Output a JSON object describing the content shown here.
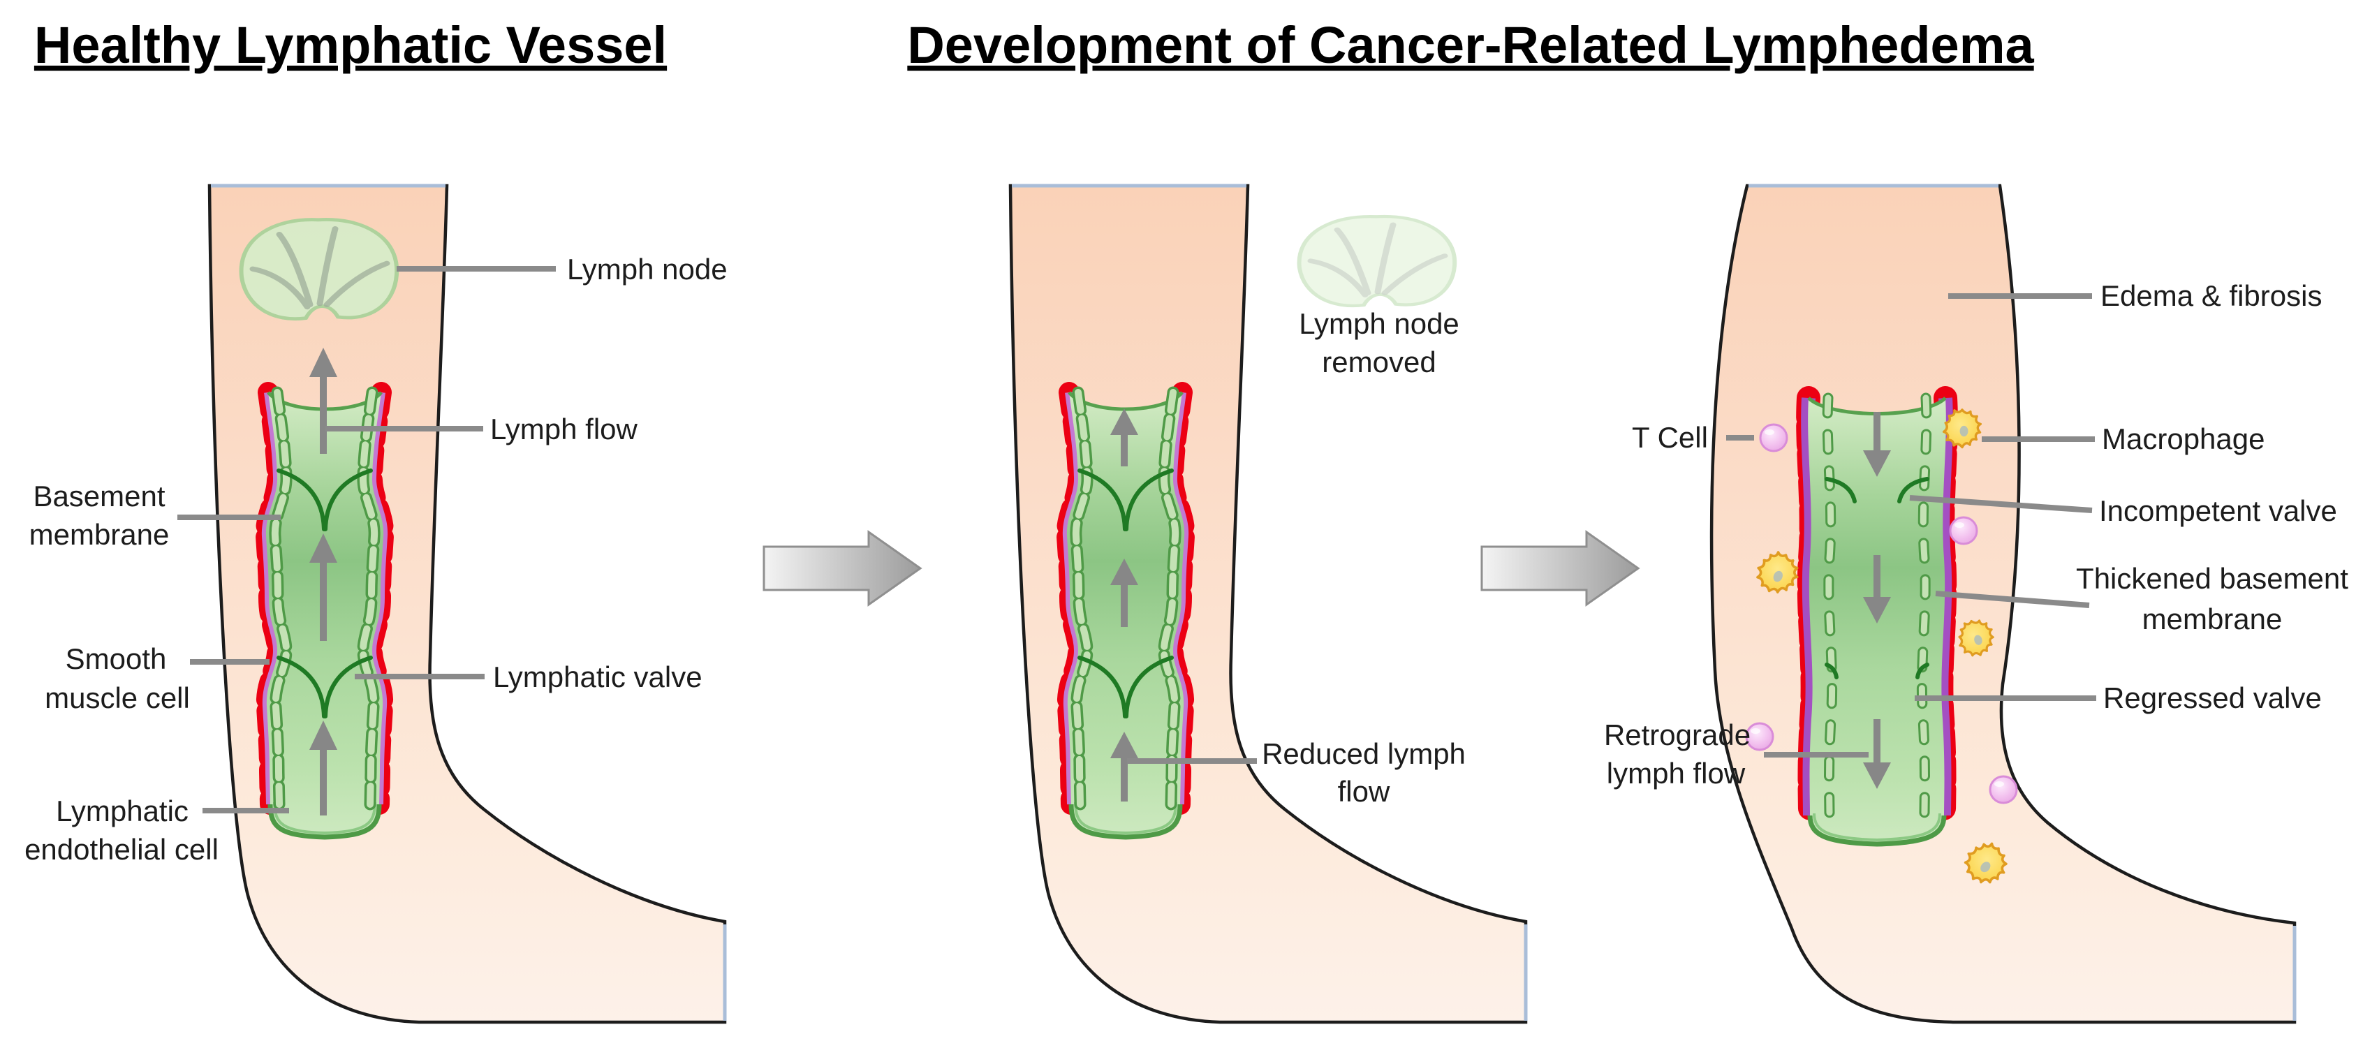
{
  "titles": {
    "healthy": "Healthy Lymphatic Vessel",
    "lymphedema": "Development of Cancer-Related Lymphedema"
  },
  "healthy_panel": {
    "lymph_node": "Lymph node",
    "lymph_flow": "Lymph flow",
    "basement_line1": "Basement",
    "basement_line2": "membrane",
    "smooth_line1": "Smooth",
    "smooth_line2": "muscle cell",
    "lymphatic_valve": "Lymphatic valve",
    "endothelial_line1": "Lymphatic",
    "endothelial_line2": "endothelial cell"
  },
  "surgery_panel": {
    "node_removed_line1": "Lymph node",
    "node_removed_line2": "removed",
    "reduced_line1": "Reduced lymph",
    "reduced_line2": "flow"
  },
  "lymphedema_panel": {
    "edema": "Edema & fibrosis",
    "t_cell": "T Cell",
    "macrophage": "Macrophage",
    "incompetent_valve": "Incompetent valve",
    "thickened_line1": "Thickened basement",
    "thickened_line2": "membrane",
    "regressed_valve": "Regressed valve",
    "retrograde_line1": "Retrograde",
    "retrograde_line2": "lymph flow"
  },
  "colors": {
    "skin": "#fbd9c2",
    "vessel_green": "#a8d59b",
    "valve_green": "#1f7a24",
    "smooth_muscle_red": "#ec0013",
    "basement_membrane_purple": "#c478d2",
    "thickened_membrane_purple": "#a44fc2",
    "flow_arrow_gray": "#878787",
    "t_cell_pink": "#f2bfee",
    "macrophage_yellow": "#fdd44e",
    "cut_edge_blue": "#a9bdd8"
  }
}
